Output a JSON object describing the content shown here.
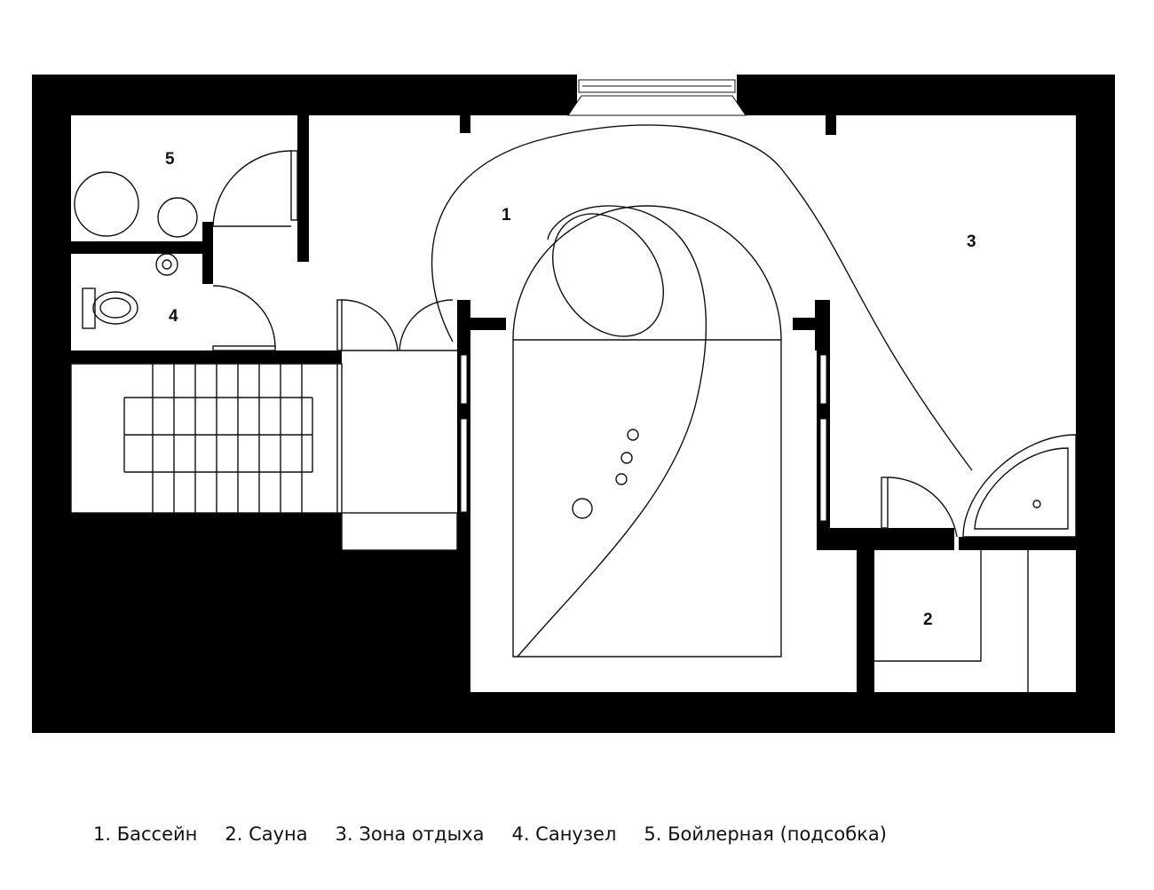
{
  "plan": {
    "rooms": [
      {
        "number": "1",
        "name": "Бассейн"
      },
      {
        "number": "2",
        "name": "Сауна"
      },
      {
        "number": "3",
        "name": "Зона отдыха"
      },
      {
        "number": "4",
        "name": "Санузел"
      },
      {
        "number": "5",
        "name": "Бойлерная (подсобка)"
      }
    ],
    "wall_color": "#000000"
  },
  "legend": {
    "items": [
      "1. Бассейн",
      "2. Сауна",
      "3. Зона отдыха",
      "4. Санузел",
      "5. Бойлерная (подсобка)"
    ]
  }
}
